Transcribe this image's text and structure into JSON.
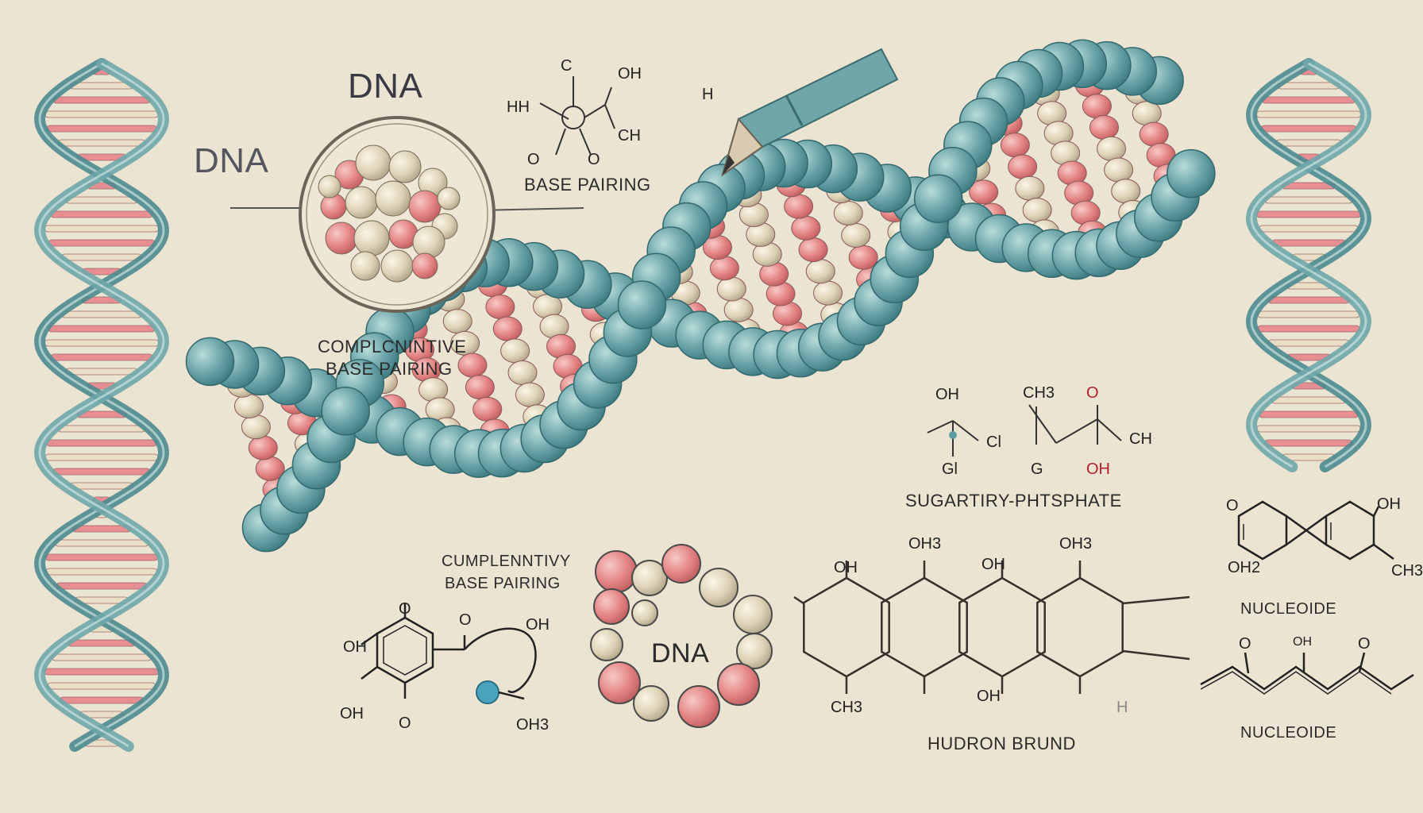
{
  "labels": {
    "dna_top": "DNA",
    "dna_left": "DNA",
    "dna_ring": "DNA",
    "base_pairing": "BASE PAIRING",
    "comp_upper_1": "COMPLCNINTIVE",
    "comp_upper_2": "BASE PAIRING",
    "comp_lower_1": "CUMPLENNTIVY",
    "comp_lower_2": "BASE PAIRING",
    "sugar_phosphate": "SUGARTIRY-PHTSPHATE",
    "hydrogen_bond": "HUDRON BRUND",
    "nucleotide_1": "NUCLEOIDE",
    "nucleotide_2": "NUCLEOIDE"
  },
  "chem_text": {
    "top": {
      "c": "C",
      "oh": "OH",
      "hh": "HH",
      "ch3": "CH",
      "o1": "O",
      "o2": "O",
      "h3": "H"
    },
    "mid": {
      "oh1": "OH",
      "ch3": "CH3",
      "o_red": "O",
      "ch": "CH",
      "cl": "Cl",
      "gl": "Gl",
      "g": "G",
      "oh_red": "OH"
    },
    "bottom": {
      "oh_a": "OH",
      "ch3_a": "OH3",
      "oh_b": "OH",
      "oh3_b": "OH3",
      "ch3_c": "CH3",
      "oh_c": "OH",
      "h": "H"
    },
    "ring_left": {
      "o1": "O",
      "oh1": "OH",
      "oh2": "OH",
      "oh3": "OH3",
      "o2": "O",
      "o3": "O"
    },
    "right": {
      "oh": "OH",
      "ch3": "CH3",
      "o": "O",
      "oh2": "OH2"
    },
    "chain": {
      "o1": "O",
      "oh": "OH",
      "o2": "O"
    }
  },
  "colors": {
    "background": "#ece4d2",
    "backbone": "#5f9ca1",
    "backbone_light": "#9cc7c6",
    "base_pink": "#e58f93",
    "base_cream": "#e9dfc8",
    "ink": "#2b2b2b"
  },
  "icons": [
    "dna-helix-left",
    "dna-helix-right",
    "dna-helix-main",
    "molecule-magnifier",
    "pen-icon",
    "nucleotide-ring",
    "benzene-ring"
  ]
}
